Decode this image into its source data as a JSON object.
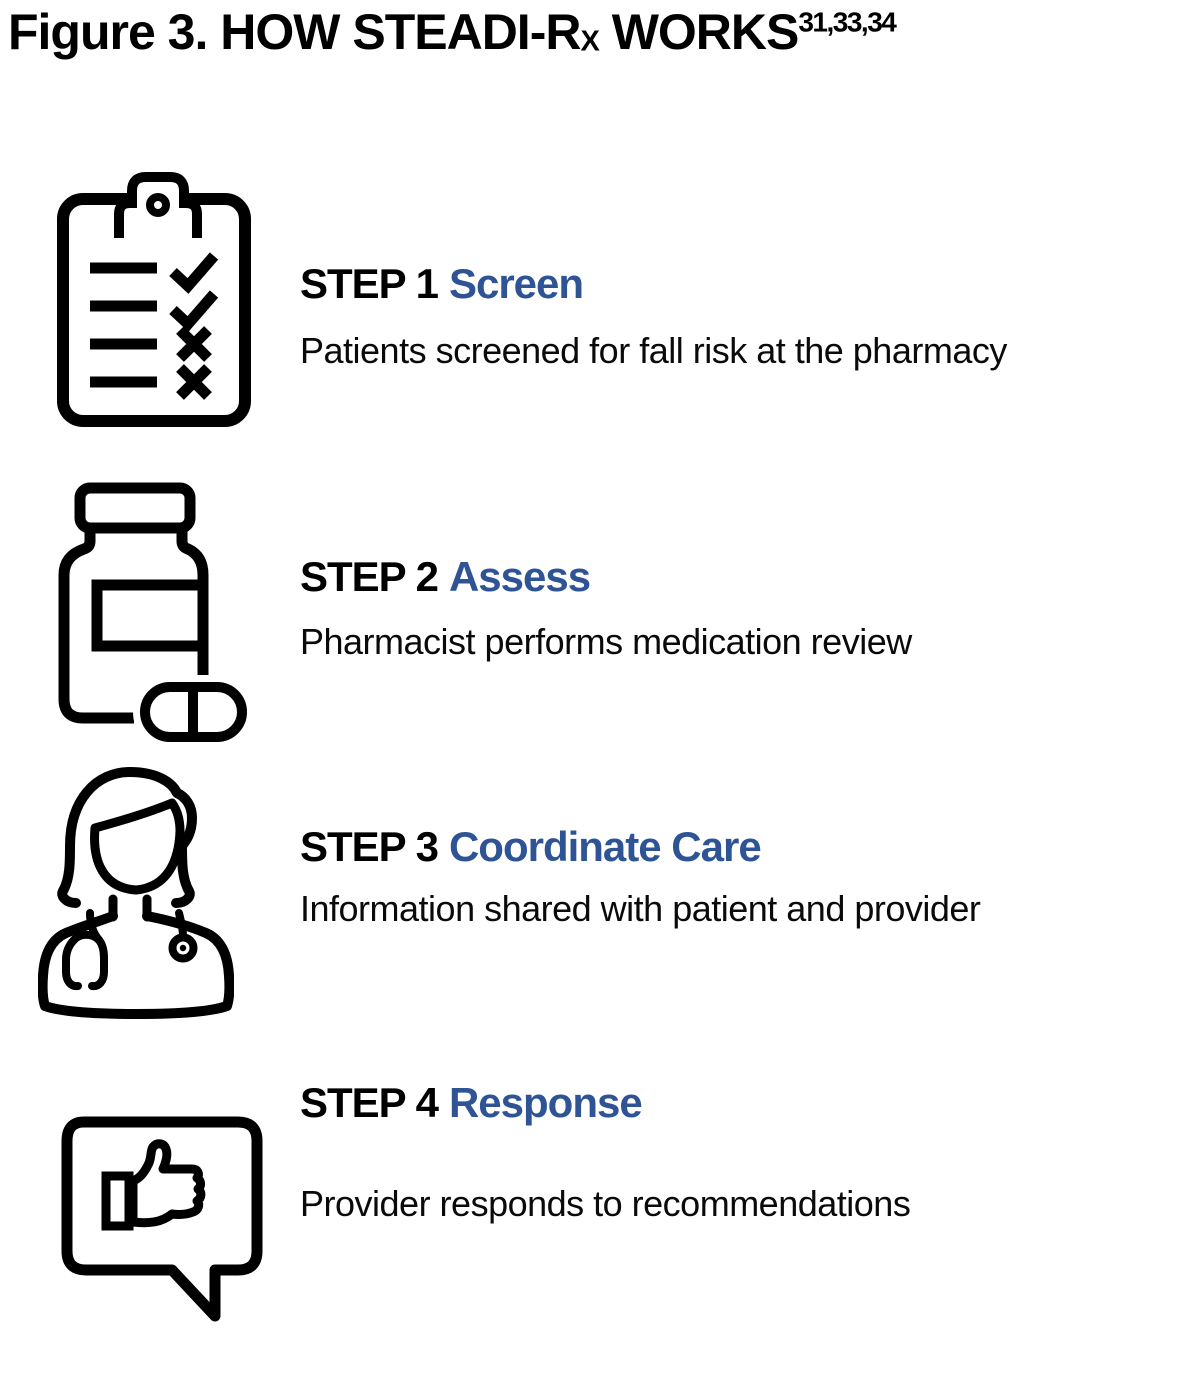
{
  "colors": {
    "accent": "#2E5496",
    "ink": "#000000",
    "background": "#FFFFFF"
  },
  "title": {
    "prefix": "Figure 3. HOW STEADI-R",
    "subscript": "X",
    "suffix": " WORKS",
    "superscript": "31,33,34"
  },
  "steps": [
    {
      "label": "STEP 1",
      "name": "Screen",
      "description": "Patients screened for fall risk at the pharmacy",
      "icon": "clipboard-checklist-icon"
    },
    {
      "label": "STEP 2",
      "name": "Assess",
      "description": "Pharmacist performs medication review",
      "icon": "pill-bottle-icon"
    },
    {
      "label": "STEP 3",
      "name": "Coordinate Care",
      "description": "Information shared with patient and provider",
      "icon": "pharmacist-icon"
    },
    {
      "label": "STEP 4",
      "name": "Response",
      "description": "Provider responds to recommendations",
      "icon": "thumbs-up-speech-bubble-icon"
    }
  ]
}
